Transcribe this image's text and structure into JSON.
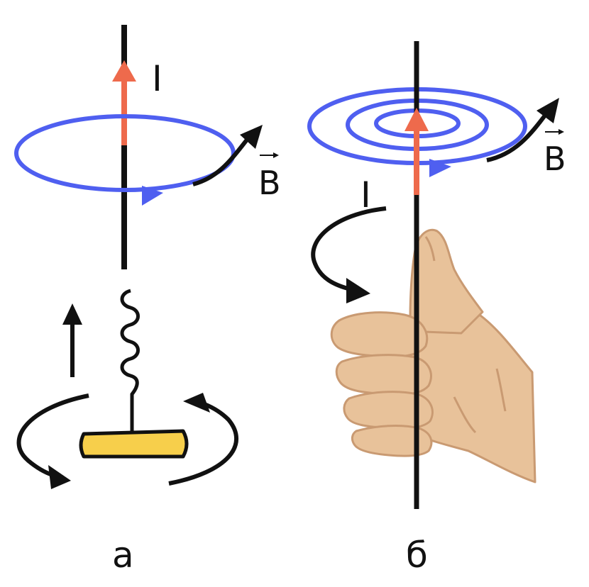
{
  "panel_a": {
    "current_label": "I",
    "field_label": "B",
    "caption": "а"
  },
  "panel_b": {
    "current_label": "I",
    "field_label": "B",
    "caption": "б"
  },
  "colors": {
    "wire": "#111111",
    "current_arrow": "#ee6a4c",
    "field_lines": "#4f5ff0",
    "screw_head": "#f7cf4b",
    "skin": "#e8c29a",
    "skin_shade": "#c99a72"
  }
}
